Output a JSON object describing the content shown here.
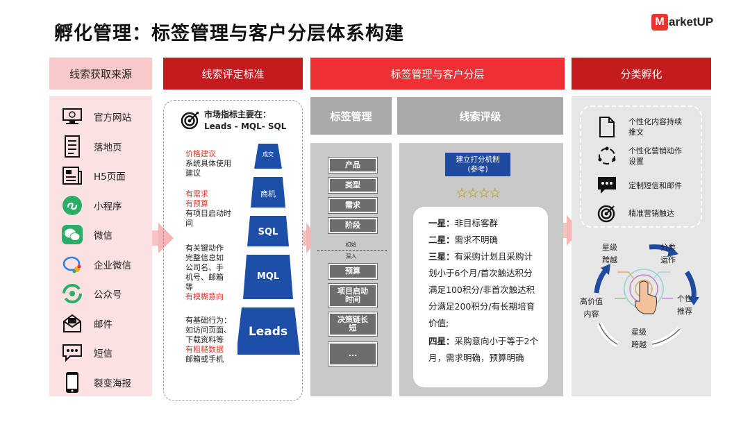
{
  "title": "孵化管理：标签管理与客户分层体系构建",
  "logo": {
    "mark": "M",
    "text": "arketUP"
  },
  "headers": {
    "sources": "线索获取来源",
    "criteria": "线索评定标准",
    "tagging": "标签管理与客户分层",
    "incubation": "分类孵化"
  },
  "sources": [
    {
      "label": "官方网站",
      "icon": "monitor-icon"
    },
    {
      "label": "落地页",
      "icon": "document-list-icon"
    },
    {
      "label": "H5页面",
      "icon": "newspaper-icon"
    },
    {
      "label": "小程序",
      "icon": "mini-program-icon"
    },
    {
      "label": "微信",
      "icon": "wechat-icon"
    },
    {
      "label": "企业微信",
      "icon": "wecom-icon"
    },
    {
      "label": "公众号",
      "icon": "official-account-icon"
    },
    {
      "label": "邮件",
      "icon": "mail-icon"
    },
    {
      "label": "短信",
      "icon": "sms-icon"
    },
    {
      "label": "裂变海报",
      "icon": "phone-poster-icon"
    }
  ],
  "criteria": {
    "heading_line1": "市场指标主要在：",
    "heading_line2": "Leads - MQL- SQL",
    "funnel": [
      "成交",
      "商机",
      "SQL",
      "MQL",
      "Leads"
    ],
    "notes": [
      {
        "red": "价格建议",
        "black": "系统具体使用建议"
      },
      {
        "red": "有需求\n有预算",
        "black": "有项目启动时间"
      },
      {
        "black": "有关键动作完整信息如公司名、手机号、邮箱等",
        "red": "有模糊意向"
      },
      {
        "black": "有基础行为：如访问页面、下载资料等",
        "red": "有粗糙数据",
        "black2": "邮箱或手机"
      }
    ]
  },
  "tag_mgmt": {
    "header": "标签管理",
    "tags_top": [
      "产品",
      "类型",
      "需求",
      "阶段"
    ],
    "divider_top": "初始",
    "divider_bottom": "深入",
    "tags_bottom": [
      "预算",
      "项目启动\n时间",
      "决策链长\n短",
      "..."
    ]
  },
  "lead_rating": {
    "header": "线索评级",
    "button_line1": "建立打分机制",
    "button_line2": "(参考)",
    "stars": "☆☆☆☆",
    "grades": [
      {
        "k": "一星：",
        "v": "非目标客群"
      },
      {
        "k": "二星：",
        "v": "需求不明确"
      },
      {
        "k": "三星：",
        "v": "有采购计划且采购计划小于6个月/首次触达积分满足100积分/非首次触达积分满足200积分/有长期培育价值;"
      },
      {
        "k": "四星：",
        "v": "采购意向小于等于2个月，需求明确，预算明确"
      }
    ]
  },
  "incubation": {
    "items": [
      {
        "label": "个性化内容持续推文",
        "icon": "document-icon"
      },
      {
        "label": "个性化营销动作设置",
        "icon": "cycle-icon"
      },
      {
        "label": "定制短信和邮件",
        "icon": "chat-icon"
      },
      {
        "label": "精准营销触达",
        "icon": "target-icon"
      }
    ],
    "cycle": {
      "top_left": "星级\n跨越",
      "top_right": "分类\n运作",
      "right": "个性\n推荐",
      "bottom": "星级\n跨越",
      "left": "高价值\n内容"
    }
  },
  "colors": {
    "red": "#ee2f33",
    "dark_red": "#c41b1f",
    "pink": "#f8c9c9",
    "funnel_blue": "#1d4fa8",
    "tag_grey": "#6d6d6d",
    "accent_blue": "#1f6fb5"
  }
}
